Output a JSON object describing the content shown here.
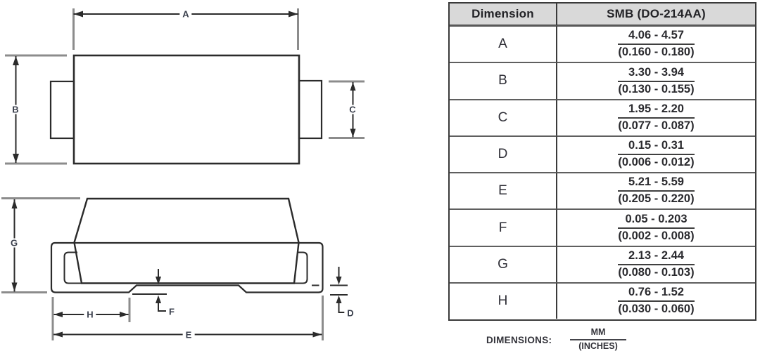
{
  "drawing": {
    "labels": {
      "A": "A",
      "B": "B",
      "C": "C",
      "D": "D",
      "E": "E",
      "F": "F",
      "G": "G",
      "H": "H"
    }
  },
  "table": {
    "header": {
      "dimension": "Dimension",
      "package": "SMB (DO-214AA)"
    },
    "rows": [
      {
        "dim": "A",
        "mm": "4.06 - 4.57",
        "inches": "(0.160 - 0.180)"
      },
      {
        "dim": "B",
        "mm": "3.30 - 3.94",
        "inches": "(0.130 - 0.155)"
      },
      {
        "dim": "C",
        "mm": "1.95 - 2.20",
        "inches": "(0.077 - 0.087)"
      },
      {
        "dim": "D",
        "mm": "0.15 - 0.31",
        "inches": "(0.006 - 0.012)"
      },
      {
        "dim": "E",
        "mm": "5.21 - 5.59",
        "inches": "(0.205 - 0.220)"
      },
      {
        "dim": "F",
        "mm": "0.05 - 0.203",
        "inches": "(0.002 - 0.008)"
      },
      {
        "dim": "G",
        "mm": "2.13 - 2.44",
        "inches": "(0.080 - 0.103)"
      },
      {
        "dim": "H",
        "mm": "0.76 - 1.52",
        "inches": "(0.030 - 0.060)"
      }
    ]
  },
  "footer": {
    "label": "DIMENSIONS:",
    "numerator": "MM",
    "denominator": "(INCHES)"
  },
  "colors": {
    "outline": "#2b2b2b",
    "dimension_line": "#2b2b2b",
    "extension_line": "#8c8c8c",
    "table_header_bg": "#d9d9d9",
    "text": "#26262b"
  }
}
